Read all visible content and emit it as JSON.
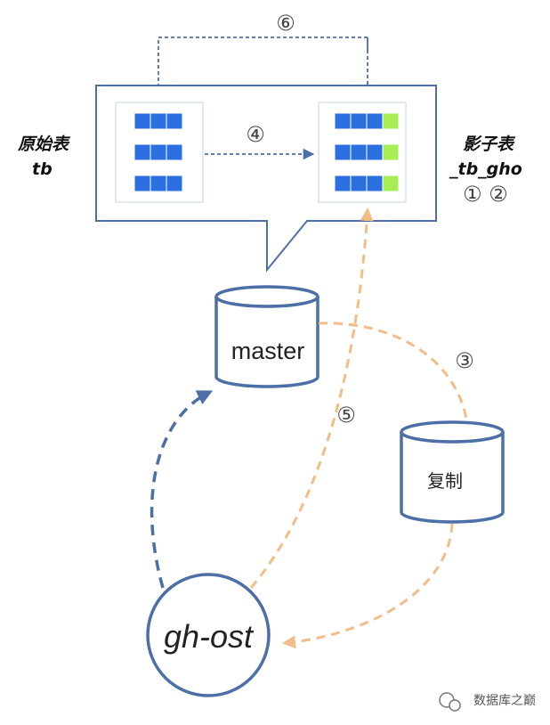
{
  "labels": {
    "original_table_cn": "原始表",
    "original_table_name": "tb",
    "shadow_table_cn": "影子表",
    "shadow_table_name": "_tb_gho",
    "shadow_steps": "① ②",
    "step4": "④",
    "step6": "⑥",
    "step3": "③",
    "step5": "⑤"
  },
  "nodes": {
    "master": "master",
    "replica": "复制",
    "ghost": "gh-ost"
  },
  "watermark": "数据库之巅",
  "colors": {
    "frame": "#4d6fa7",
    "cell_blue": "#2c6fe0",
    "cell_green": "#a6ef52",
    "blue_arrow": "#4d6fa7",
    "orange_arrow": "#f2bd86"
  }
}
